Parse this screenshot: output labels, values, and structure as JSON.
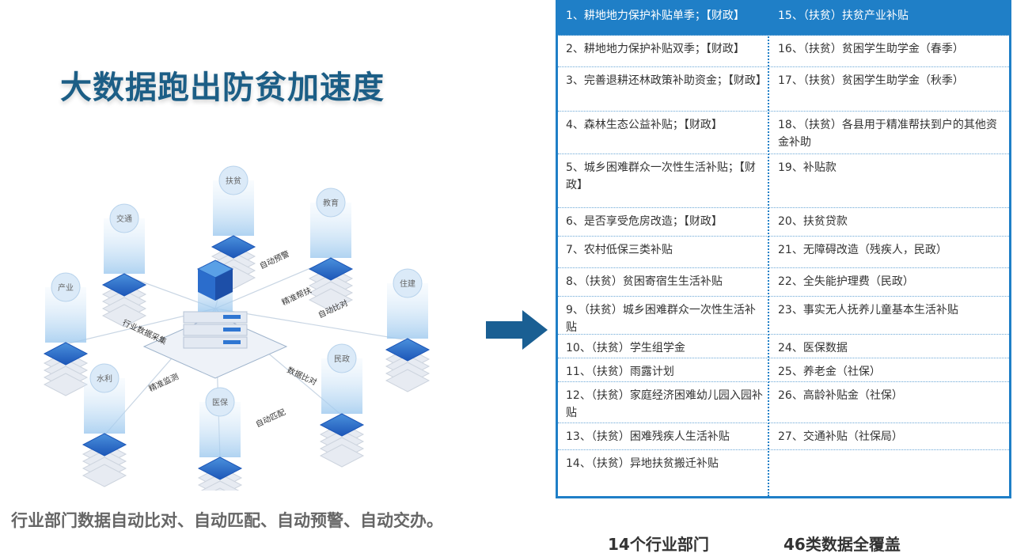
{
  "title": "大数据跑出防贫加速度",
  "caption": "行业部门数据自动比对、自动匹配、自动预警、自动交办。",
  "diagram": {
    "nodes": [
      "扶贫",
      "交通",
      "教育",
      "产业",
      "住建",
      "民政",
      "水利",
      "医保"
    ],
    "flows": [
      "自动预警",
      "精准帮扶",
      "行业数据采集",
      "自动比对",
      "数据比对",
      "精准监测",
      "自动匹配"
    ]
  },
  "footer": {
    "left": "14个行业部门",
    "right": "46类数据全覆盖"
  },
  "colors": {
    "accent": "#1f7fc7",
    "title": "#1c5e86",
    "arrow": "#1a5f93"
  },
  "rows": [
    {
      "left": "1、耕地地力保护补贴单季；【财政】",
      "right": "15、（扶贫）扶贫产业补贴",
      "highlight": true
    },
    {
      "left": "2、耕地地力保护补贴双季；【财政】",
      "right": "16、（扶贫）贫困学生助学金（春季）"
    },
    {
      "left": "3、完善退耕还林政策补助资金；【财政】",
      "right": "17、（扶贫）贫困学生助学金（秋季）"
    },
    {
      "left": "4、森林生态公益补贴；【财政】",
      "right": "18、（扶贫）各县用于精准帮扶到户的其他资金补助"
    },
    {
      "left": "5、城乡困难群众一次性生活补贴；【财政】",
      "right": "19、补贴款"
    },
    {
      "left": "6、是否享受危房改造；【财政】",
      "right": "20、扶贫贷款"
    },
    {
      "left": "7、农村低保三类补贴",
      "right": "21、无障碍改造（残疾人，民政）"
    },
    {
      "left": "8、（扶贫）贫困寄宿生生活补贴",
      "right": "22、全失能护理费（民政）"
    },
    {
      "left": "9、（扶贫）城乡困难群众一次性生活补贴",
      "right": "23、事实无人抚养儿童基本生活补贴"
    },
    {
      "left": "10、（扶贫）学生组学金",
      "right": "24、医保数据"
    },
    {
      "left": "11、（扶贫）雨露计划",
      "right": "25、养老金（社保）"
    },
    {
      "left": "12、（扶贫）家庭经济困难幼儿园入园补贴",
      "right": "26、高龄补贴金（社保）"
    },
    {
      "left": "13、（扶贫）困难残疾人生活补贴",
      "right": "27、交通补贴（社保局）"
    },
    {
      "left": "14、（扶贫）异地扶贫搬迁补贴",
      "right": ""
    }
  ]
}
